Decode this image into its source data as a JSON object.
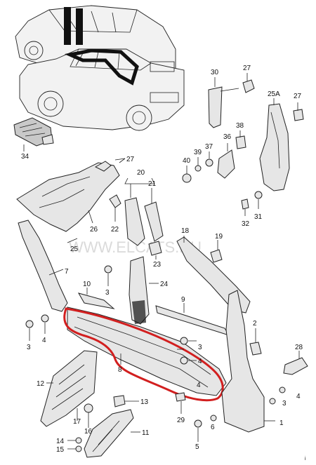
{
  "watermark": "WWW.ELCATS.RU",
  "corner_mark": "i",
  "labels": {
    "p34": "34",
    "p30": "30",
    "p27a": "27",
    "p25A": "25A",
    "p27b": "27",
    "p27c": "27",
    "p20": "20",
    "p21": "21",
    "p38": "38",
    "p36": "36",
    "p37": "37",
    "p39": "39",
    "p40": "40",
    "p31": "31",
    "p32": "32",
    "p26": "26",
    "p22": "22",
    "p25": "25",
    "p18": "18",
    "p19": "19",
    "p23": "23",
    "p7": "7",
    "p3a": "3",
    "p24": "24",
    "p10": "10",
    "p9": "9",
    "p3b": "3",
    "p4a": "4",
    "p2": "2",
    "p3c": "3",
    "p4b": "4",
    "p8": "8",
    "p28": "28",
    "p12": "12",
    "p13": "13",
    "p17": "17",
    "p16": "16",
    "p29": "29",
    "p3d": "3",
    "p4c": "4",
    "p1": "1",
    "p11": "11",
    "p14": "14",
    "p15": "15",
    "p5": "5",
    "p6": "6",
    "p4d": "4"
  },
  "colors": {
    "highlight": "#d21f1f",
    "line": "#222222"
  }
}
